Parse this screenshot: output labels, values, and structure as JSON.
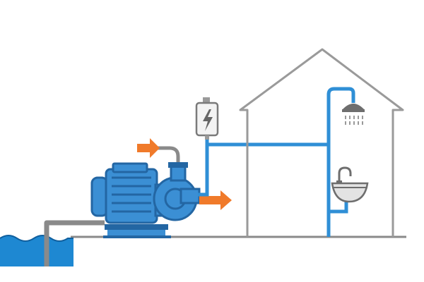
{
  "diagram": {
    "components": [
      {
        "id": "water-source",
        "icon": "water-waves-icon"
      },
      {
        "id": "centrifugal-pump",
        "icon": "pump-motor-icon"
      },
      {
        "id": "pressure-switch",
        "icon": "lightning-bolt-icon"
      },
      {
        "id": "house",
        "icon": "house-outline-icon"
      },
      {
        "id": "shower",
        "icon": "shower-head-icon"
      },
      {
        "id": "sink",
        "icon": "sink-faucet-icon"
      },
      {
        "id": "flow-arrow-in",
        "icon": "arrow-right-icon"
      },
      {
        "id": "flow-arrow-out",
        "icon": "arrow-right-icon"
      }
    ],
    "colors": {
      "water": "#1e88d2",
      "pipe_blue": "#2f8fd6",
      "pipe_gray": "#8a8a8a",
      "pump_body": "#3b8fd4",
      "pump_dark": "#2366a3",
      "arrow": "#f07a2a",
      "outline": "#9a9a9a",
      "ground": "#8a8a8a"
    }
  }
}
